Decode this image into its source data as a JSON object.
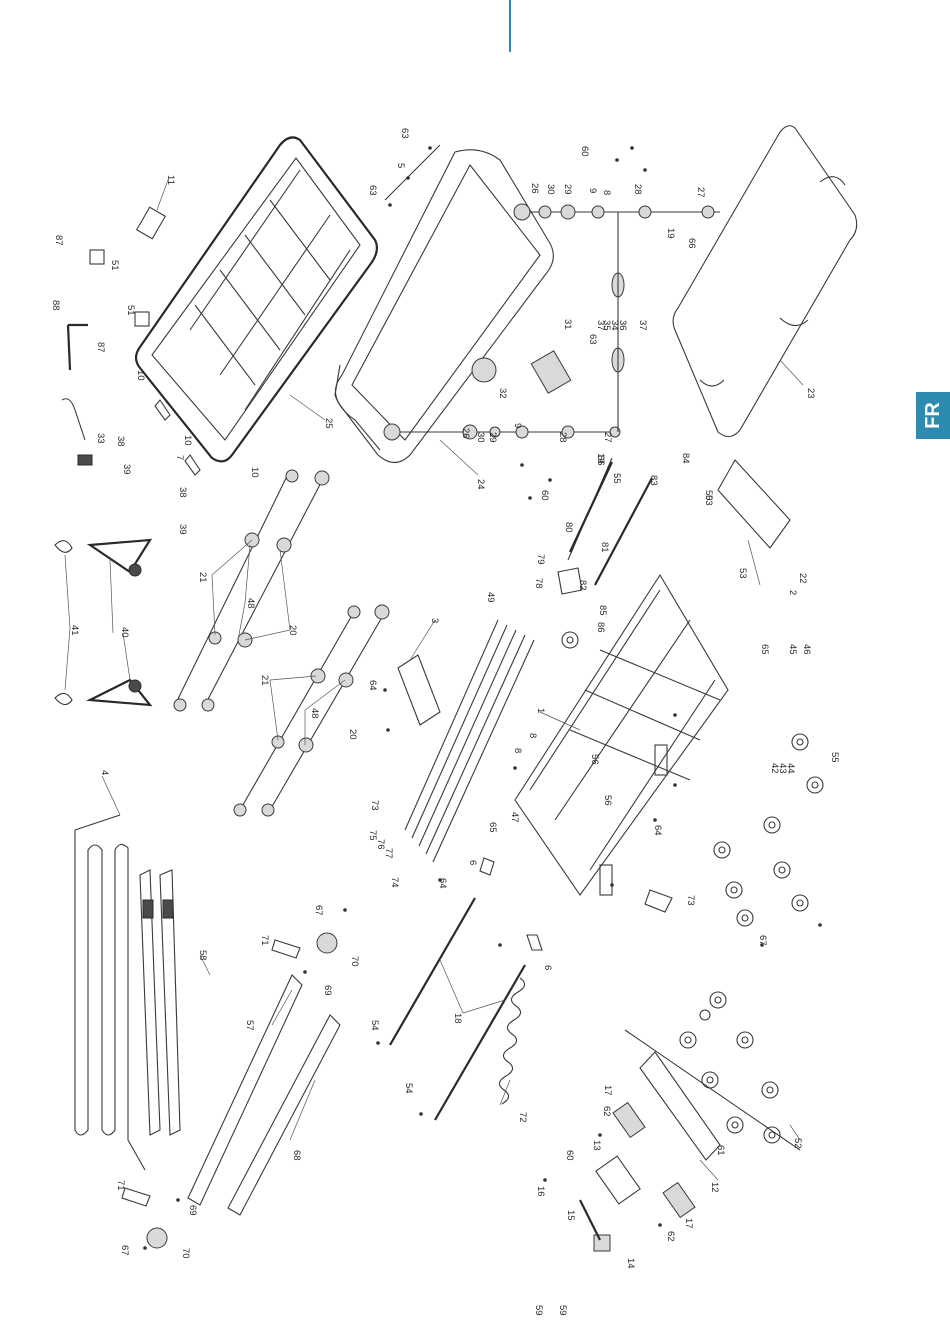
{
  "tab": {
    "label": "FR",
    "color": "#2d8bb0"
  },
  "callouts": [
    {
      "t": "1"
    },
    {
      "t": "2"
    },
    {
      "t": "3"
    },
    {
      "t": "4"
    },
    {
      "t": "5"
    },
    {
      "t": "6"
    },
    {
      "t": "6"
    },
    {
      "t": "7"
    },
    {
      "t": "8"
    },
    {
      "t": "8"
    },
    {
      "t": "8"
    },
    {
      "t": "9"
    },
    {
      "t": "9"
    },
    {
      "t": "10"
    },
    {
      "t": "10"
    },
    {
      "t": "10"
    },
    {
      "t": "11"
    },
    {
      "t": "12"
    },
    {
      "t": "13"
    },
    {
      "t": "14"
    },
    {
      "t": "15"
    },
    {
      "t": "16"
    },
    {
      "t": "17"
    },
    {
      "t": "17"
    },
    {
      "t": "18"
    },
    {
      "t": "19"
    },
    {
      "t": "19"
    },
    {
      "t": "20"
    },
    {
      "t": "20"
    },
    {
      "t": "21"
    },
    {
      "t": "21"
    },
    {
      "t": "22"
    },
    {
      "t": "23"
    },
    {
      "t": "24"
    },
    {
      "t": "25"
    },
    {
      "t": "26"
    },
    {
      "t": "26"
    },
    {
      "t": "27"
    },
    {
      "t": "27"
    },
    {
      "t": "28"
    },
    {
      "t": "28"
    },
    {
      "t": "29"
    },
    {
      "t": "29"
    },
    {
      "t": "30"
    },
    {
      "t": "30"
    },
    {
      "t": "31"
    },
    {
      "t": "32"
    },
    {
      "t": "33"
    },
    {
      "t": "34"
    },
    {
      "t": "35"
    },
    {
      "t": "36"
    },
    {
      "t": "37"
    },
    {
      "t": "37"
    },
    {
      "t": "38"
    },
    {
      "t": "38"
    },
    {
      "t": "39"
    },
    {
      "t": "39"
    },
    {
      "t": "40"
    },
    {
      "t": "41"
    },
    {
      "t": "42"
    },
    {
      "t": "43"
    },
    {
      "t": "44"
    },
    {
      "t": "45"
    },
    {
      "t": "46"
    },
    {
      "t": "47"
    },
    {
      "t": "48"
    },
    {
      "t": "48"
    },
    {
      "t": "49"
    },
    {
      "t": "50"
    },
    {
      "t": "51"
    },
    {
      "t": "51"
    },
    {
      "t": "52"
    },
    {
      "t": "53"
    },
    {
      "t": "53"
    },
    {
      "t": "54"
    },
    {
      "t": "54"
    },
    {
      "t": "55"
    },
    {
      "t": "55"
    },
    {
      "t": "56"
    },
    {
      "t": "56"
    },
    {
      "t": "57"
    },
    {
      "t": "58"
    },
    {
      "t": "59"
    },
    {
      "t": "59"
    },
    {
      "t": "60"
    },
    {
      "t": "60"
    },
    {
      "t": "60"
    },
    {
      "t": "61"
    },
    {
      "t": "62"
    },
    {
      "t": "62"
    },
    {
      "t": "63"
    },
    {
      "t": "63"
    },
    {
      "t": "63"
    },
    {
      "t": "64"
    },
    {
      "t": "64"
    },
    {
      "t": "64"
    },
    {
      "t": "65"
    },
    {
      "t": "65"
    },
    {
      "t": "66"
    },
    {
      "t": "66"
    },
    {
      "t": "67"
    },
    {
      "t": "67"
    },
    {
      "t": "67"
    },
    {
      "t": "68"
    },
    {
      "t": "69"
    },
    {
      "t": "69"
    },
    {
      "t": "70"
    },
    {
      "t": "70"
    },
    {
      "t": "71"
    },
    {
      "t": "71"
    },
    {
      "t": "72"
    },
    {
      "t": "73"
    },
    {
      "t": "73"
    },
    {
      "t": "74"
    },
    {
      "t": "75"
    },
    {
      "t": "76"
    },
    {
      "t": "77"
    },
    {
      "t": "78"
    },
    {
      "t": "79"
    },
    {
      "t": "80"
    },
    {
      "t": "81"
    },
    {
      "t": "82"
    },
    {
      "t": "83"
    },
    {
      "t": "84"
    },
    {
      "t": "85"
    },
    {
      "t": "86"
    },
    {
      "t": "87"
    },
    {
      "t": "87"
    },
    {
      "t": "88"
    }
  ]
}
